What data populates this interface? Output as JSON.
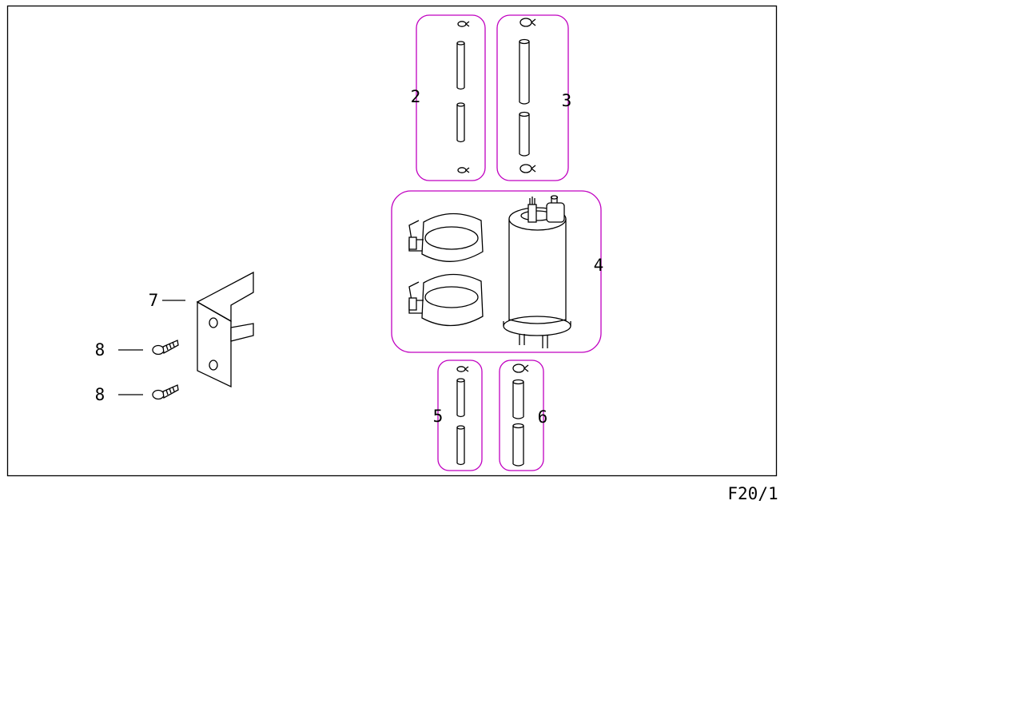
{
  "diagram": {
    "sheet_code": "F20/1",
    "callouts": {
      "c2": "2",
      "c3": "3",
      "c4": "4",
      "c5": "5",
      "c6": "6",
      "c7": "7",
      "c8a": "8",
      "c8b": "8"
    },
    "colors": {
      "frame": "#000000",
      "group_outline": "#c000c0",
      "parts": "#000000"
    }
  }
}
